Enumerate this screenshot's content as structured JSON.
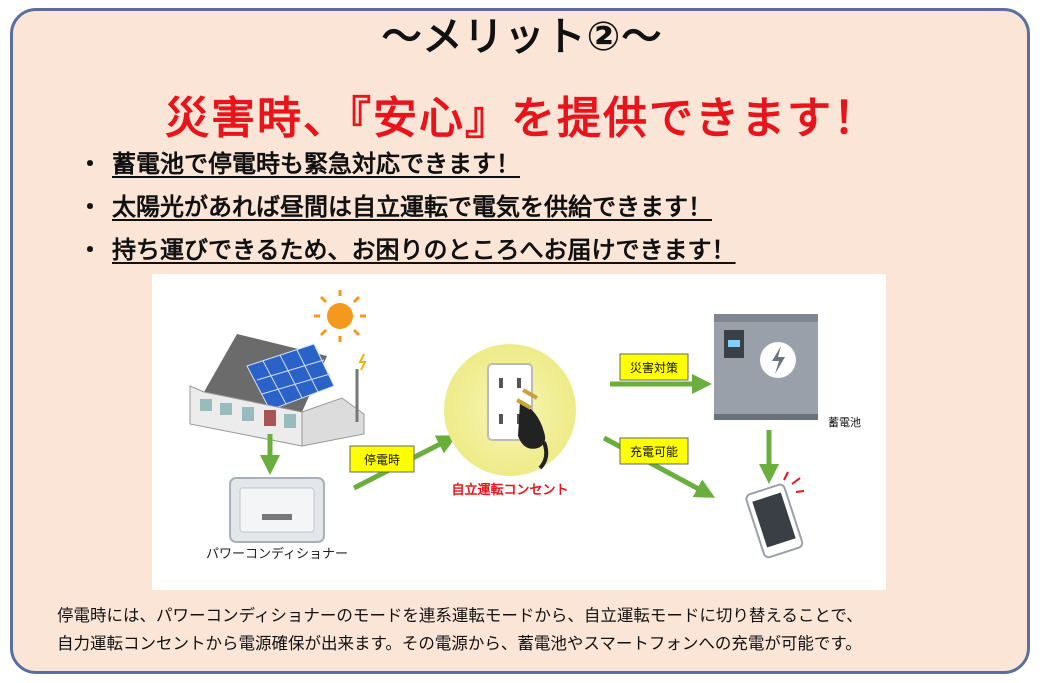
{
  "title": "～メリット②～",
  "headline": "災害時、『安心』を提供できます！",
  "bullets": [
    "蓄電池で停電時も緊急対応できます！",
    "太陽光があれば昼間は自立運転で電気を供給できます！",
    "持ち運びできるため、お困りのところへお届けできます！"
  ],
  "diagram": {
    "labels": {
      "blackout": "停電時",
      "disaster": "災害対策",
      "chargeable": "充電可能",
      "outlet": "自立運転コンセント",
      "battery": "蓄電池",
      "pcs": "パワーコンディショナー"
    },
    "colors": {
      "arrow": "#6aaf3d",
      "tag_fill": "#ffff00",
      "outlet_label": "#e8141c",
      "outlet_glow": "#f6f3a0"
    },
    "icons": [
      "solar-house-icon",
      "sun-icon",
      "power-conditioner-icon",
      "outlet-icon",
      "battery-icon",
      "smartphone-icon"
    ]
  },
  "caption": {
    "line1": "停電時には、パワーコンディショナーのモードを連系運転モードから、自立運転モードに切り替えることで、",
    "line2": "自力運転コンセントから電源確保が出来ます。その電源から、蓄電池やスマートフォンへの充電が可能です。"
  },
  "colors": {
    "background": "#fbe5d6",
    "border": "#5b6e9e",
    "headline": "#e8141c"
  }
}
